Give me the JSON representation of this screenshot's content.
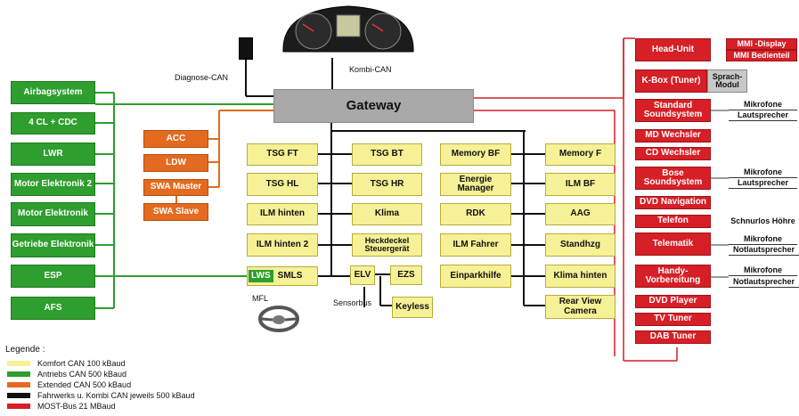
{
  "gateway": {
    "label": "Gateway"
  },
  "labels": {
    "diagnose": "Diagnose-CAN",
    "kombi": "Kombi-CAN",
    "mfl": "MFL",
    "sensorbus": "Sensorbus"
  },
  "green": [
    {
      "id": "airbag",
      "label": "Airbagsystem"
    },
    {
      "id": "cl",
      "label": "4 CL + CDC"
    },
    {
      "id": "lwr",
      "label": "LWR"
    },
    {
      "id": "motor2",
      "label": "Motor Elektronik 2"
    },
    {
      "id": "motor",
      "label": "Motor Elektronik"
    },
    {
      "id": "getriebe",
      "label": "Getriebe Elektronik"
    },
    {
      "id": "esp",
      "label": "ESP"
    },
    {
      "id": "afs",
      "label": "AFS"
    }
  ],
  "orange": [
    {
      "id": "acc",
      "label": "ACC"
    },
    {
      "id": "ldw",
      "label": "LDW"
    },
    {
      "id": "swam",
      "label": "SWA Master"
    },
    {
      "id": "swas",
      "label": "SWA Slave"
    }
  ],
  "yellow": {
    "col1": [
      "TSG FT",
      "TSG HL",
      "ILM hinten",
      "ILM hinten 2"
    ],
    "col2": [
      "TSG BT",
      "TSG HR",
      "Klima",
      "Heckdeckel Steuergerät"
    ],
    "col3": [
      "Memory BF",
      "Energie Manager",
      "RDK",
      "ILM Fahrer",
      "Einparkhilfe"
    ],
    "col4": [
      "Memory F",
      "ILM BF",
      "AAG",
      "Standhzg",
      "Klima hinten",
      "Rear View Camera"
    ],
    "lws": "LWS",
    "smls": "SMLS",
    "elv": "ELV",
    "ezs": "EZS",
    "keyless": "Keyless"
  },
  "red": {
    "headunit": "Head-Unit",
    "mmi_display": "MMI -Display",
    "mmi_bedien": "MMI Bedienteil",
    "kbox": "K-Box (Tuner)",
    "sprach": "Sprach-Modul",
    "standard": "Standard Soundsystem",
    "md": "MD Wechsler",
    "cd": "CD Wechsler",
    "bose": "Bose Soundsystem",
    "dvdnav": "DVD Navigation",
    "telefon": "Telefon",
    "telematik": "Telematik",
    "handy": "Handy-Vorbereitung",
    "dvdplayer": "DVD Player",
    "tv": "TV Tuner",
    "dab": "DAB Tuner"
  },
  "side": {
    "mikrofone": "Mikrofone",
    "lautsprecher": "Lautsprecher",
    "schnurlos": "Schnurlos Höhre",
    "notlaut": "Notlautsprecher"
  },
  "legend": {
    "title": "Legende :",
    "items": [
      {
        "color": "#f6f096",
        "label": "Komfort CAN 100 kBaud"
      },
      {
        "color": "#2e9e2e",
        "label": "Antriebs CAN 500 kBaud"
      },
      {
        "color": "#e36a1f",
        "label": "Extended CAN 500 kBaud"
      },
      {
        "color": "#111111",
        "label": "Fahrwerks u. Kombi CAN jeweils 500 kBaud"
      },
      {
        "color": "#d61f26",
        "label": "MOST-Bus 21 MBaud"
      }
    ]
  },
  "colors": {
    "green": "#2e9e2e",
    "yellow": "#f6f096",
    "orange": "#e36a1f",
    "black": "#111111",
    "red": "#d61f26",
    "gateway": "#a9a9a9"
  }
}
